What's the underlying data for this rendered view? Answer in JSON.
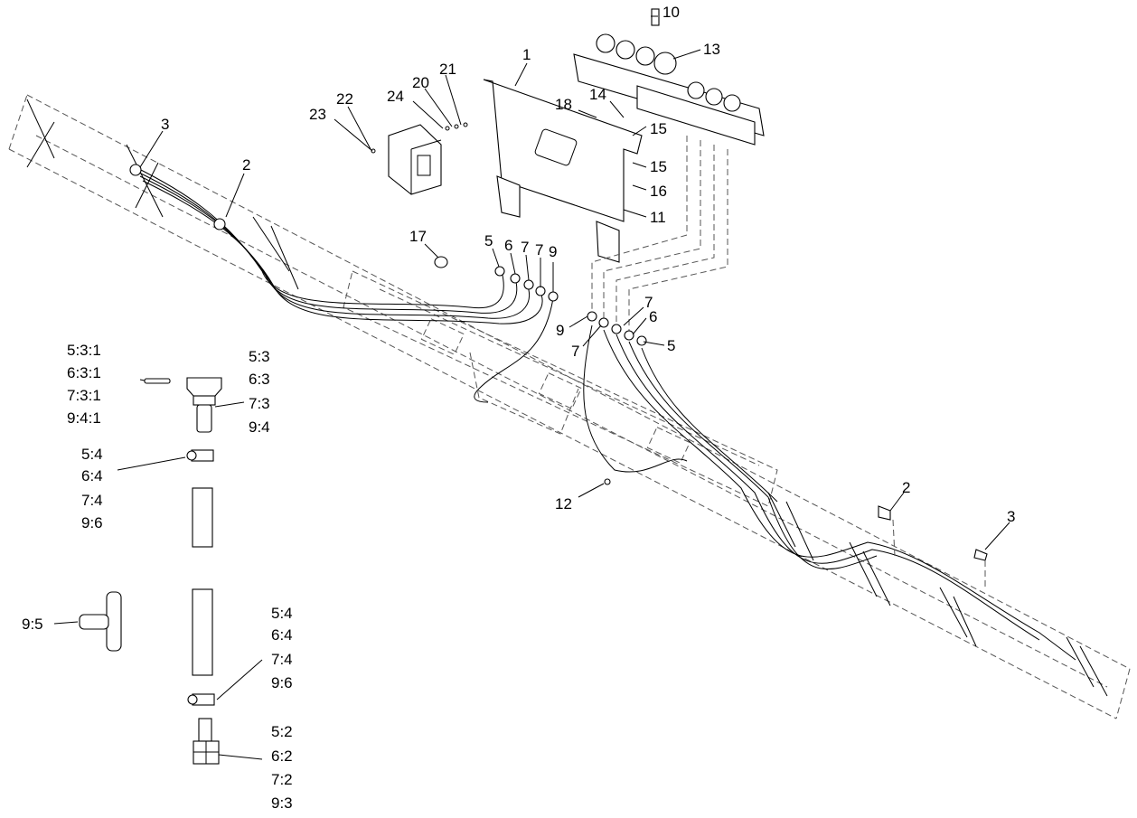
{
  "callouts": {
    "c1": "1",
    "c2a": "2",
    "c2b": "2",
    "c3a": "3",
    "c3b": "3",
    "c5a": "5",
    "c5b": "5",
    "c6a": "6",
    "c6b": "6",
    "c7a": "7",
    "c7b": "7",
    "c7c": "7",
    "c7d": "7",
    "c9a": "9",
    "c9b": "9",
    "c10": "10",
    "c11": "11",
    "c12": "12",
    "c13": "13",
    "c14": "14",
    "c15a": "15",
    "c15b": "15",
    "c16": "16",
    "c17": "17",
    "c18": "18",
    "c20": "20",
    "c21": "21",
    "c22": "22",
    "c23": "23",
    "c24": "24"
  },
  "detail_labels": {
    "g1": [
      "5:3:1",
      "6:3:1",
      "7:3:1",
      "9:4:1"
    ],
    "g2": [
      "5:3",
      "6:3",
      "7:3",
      "9:4"
    ],
    "g3": [
      "5:4",
      "6:4",
      "7:4",
      "9:6"
    ],
    "g4": "9:5",
    "g5": [
      "5:4",
      "6:4",
      "7:4",
      "9:6"
    ],
    "g6": [
      "5:2",
      "6:2",
      "7:2",
      "9:3"
    ]
  }
}
